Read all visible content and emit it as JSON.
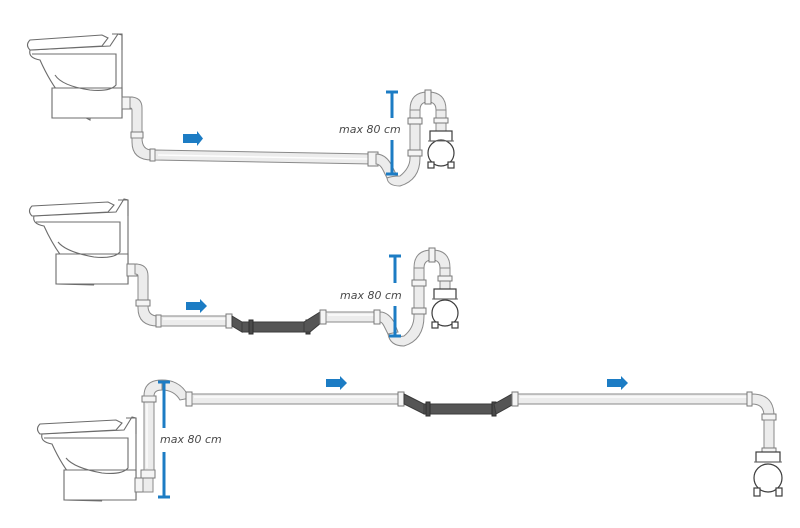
{
  "diagram": {
    "title": "Toilet macerator pump pipe routing configurations",
    "colors": {
      "accent": "#1c7cc4",
      "pipe": "#ececec",
      "pipe_outline": "#8a8a8a",
      "flexible_pipe": "#555555",
      "background": "#ffffff"
    },
    "configurations": [
      {
        "id": "configuration-1",
        "description": "Straight horizontal run, then rising loop to pump",
        "height_label": "max 80 cm",
        "flow_arrows": 1,
        "has_flexible_section": false
      },
      {
        "id": "configuration-2",
        "description": "Horizontal run with dark flexible section, then rising loop to pump",
        "height_label": "max 80 cm",
        "flow_arrows": 1,
        "has_flexible_section": true
      },
      {
        "id": "configuration-3",
        "description": "Vertical rise from toilet, long horizontal run with flexible section, drop to pump",
        "height_label": "max 80 cm",
        "flow_arrows": 2,
        "has_flexible_section": true
      }
    ]
  }
}
